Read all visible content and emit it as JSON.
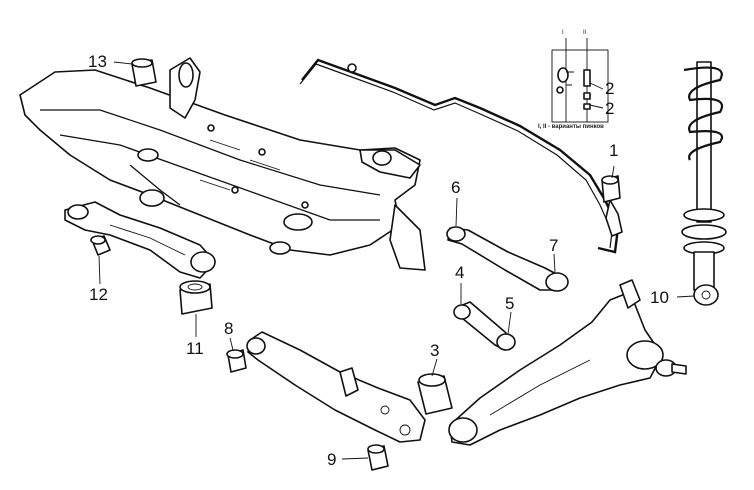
{
  "diagram": {
    "callouts": [
      {
        "id": "c1",
        "label": "1"
      },
      {
        "id": "c2a",
        "label": "2"
      },
      {
        "id": "c2b",
        "label": "2"
      },
      {
        "id": "c3",
        "label": "3"
      },
      {
        "id": "c4",
        "label": "4"
      },
      {
        "id": "c5",
        "label": "5"
      },
      {
        "id": "c6",
        "label": "6"
      },
      {
        "id": "c7",
        "label": "7"
      },
      {
        "id": "c8",
        "label": "8"
      },
      {
        "id": "c9",
        "label": "9"
      },
      {
        "id": "c10",
        "label": "10"
      },
      {
        "id": "c11",
        "label": "11"
      },
      {
        "id": "c12",
        "label": "12"
      },
      {
        "id": "c13",
        "label": "13"
      }
    ],
    "inset": {
      "variant_i": "I",
      "variant_ii": "II",
      "caption": "I, II - варианты пинков"
    }
  }
}
